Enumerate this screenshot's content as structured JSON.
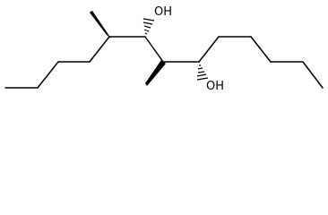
{
  "molecule": {
    "atom_labels": [
      {
        "id": "oh-upper",
        "text": "OH"
      },
      {
        "id": "oh-lower",
        "text": "OH"
      }
    ],
    "colors": {
      "bond": "#000000",
      "label": "#000000",
      "background": "#ffffff"
    }
  }
}
